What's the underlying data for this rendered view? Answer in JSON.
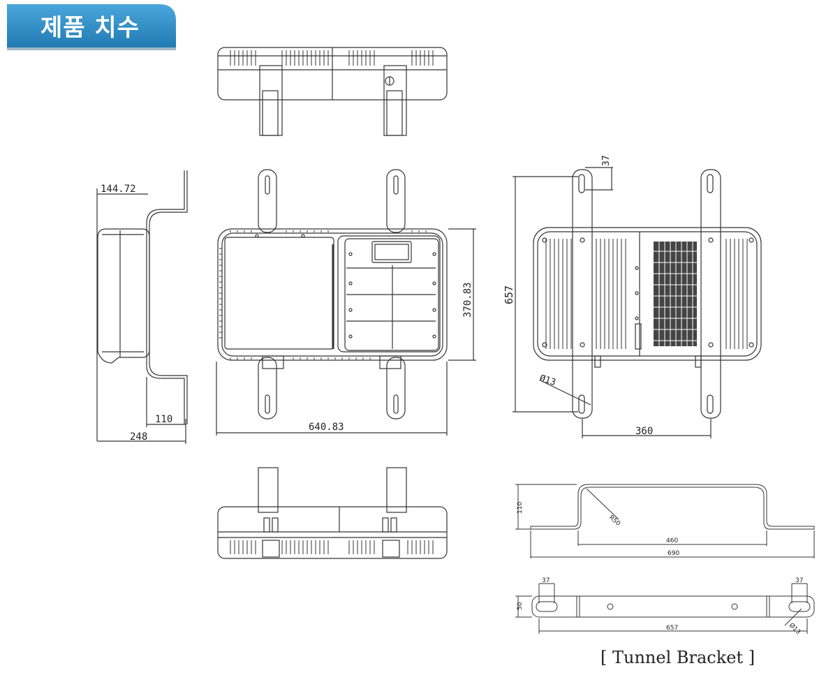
{
  "header": {
    "title": "제품 치수"
  },
  "dimensions": {
    "side_view": {
      "top_offset": "144.72",
      "bottom_offset": "110",
      "total_depth": "248"
    },
    "front_view": {
      "width": "640.83",
      "height": "370.83"
    },
    "back_view": {
      "height": "657",
      "slot_width": "37",
      "hole_diameter": "Ø13",
      "bracket_spacing": "360"
    },
    "bracket_side": {
      "height": "110",
      "radius": "R50",
      "inner_length": "460",
      "total_length": "690"
    },
    "bracket_top": {
      "slot_left": "37",
      "slot_right": "37",
      "width": "50",
      "length": "657",
      "hole": "Ø13"
    }
  },
  "caption": "[ Tunnel Bracket ]",
  "colors": {
    "tab_blue": "#2f8fc8",
    "tab_dark": "#1f6fa3",
    "line": "#333333"
  }
}
